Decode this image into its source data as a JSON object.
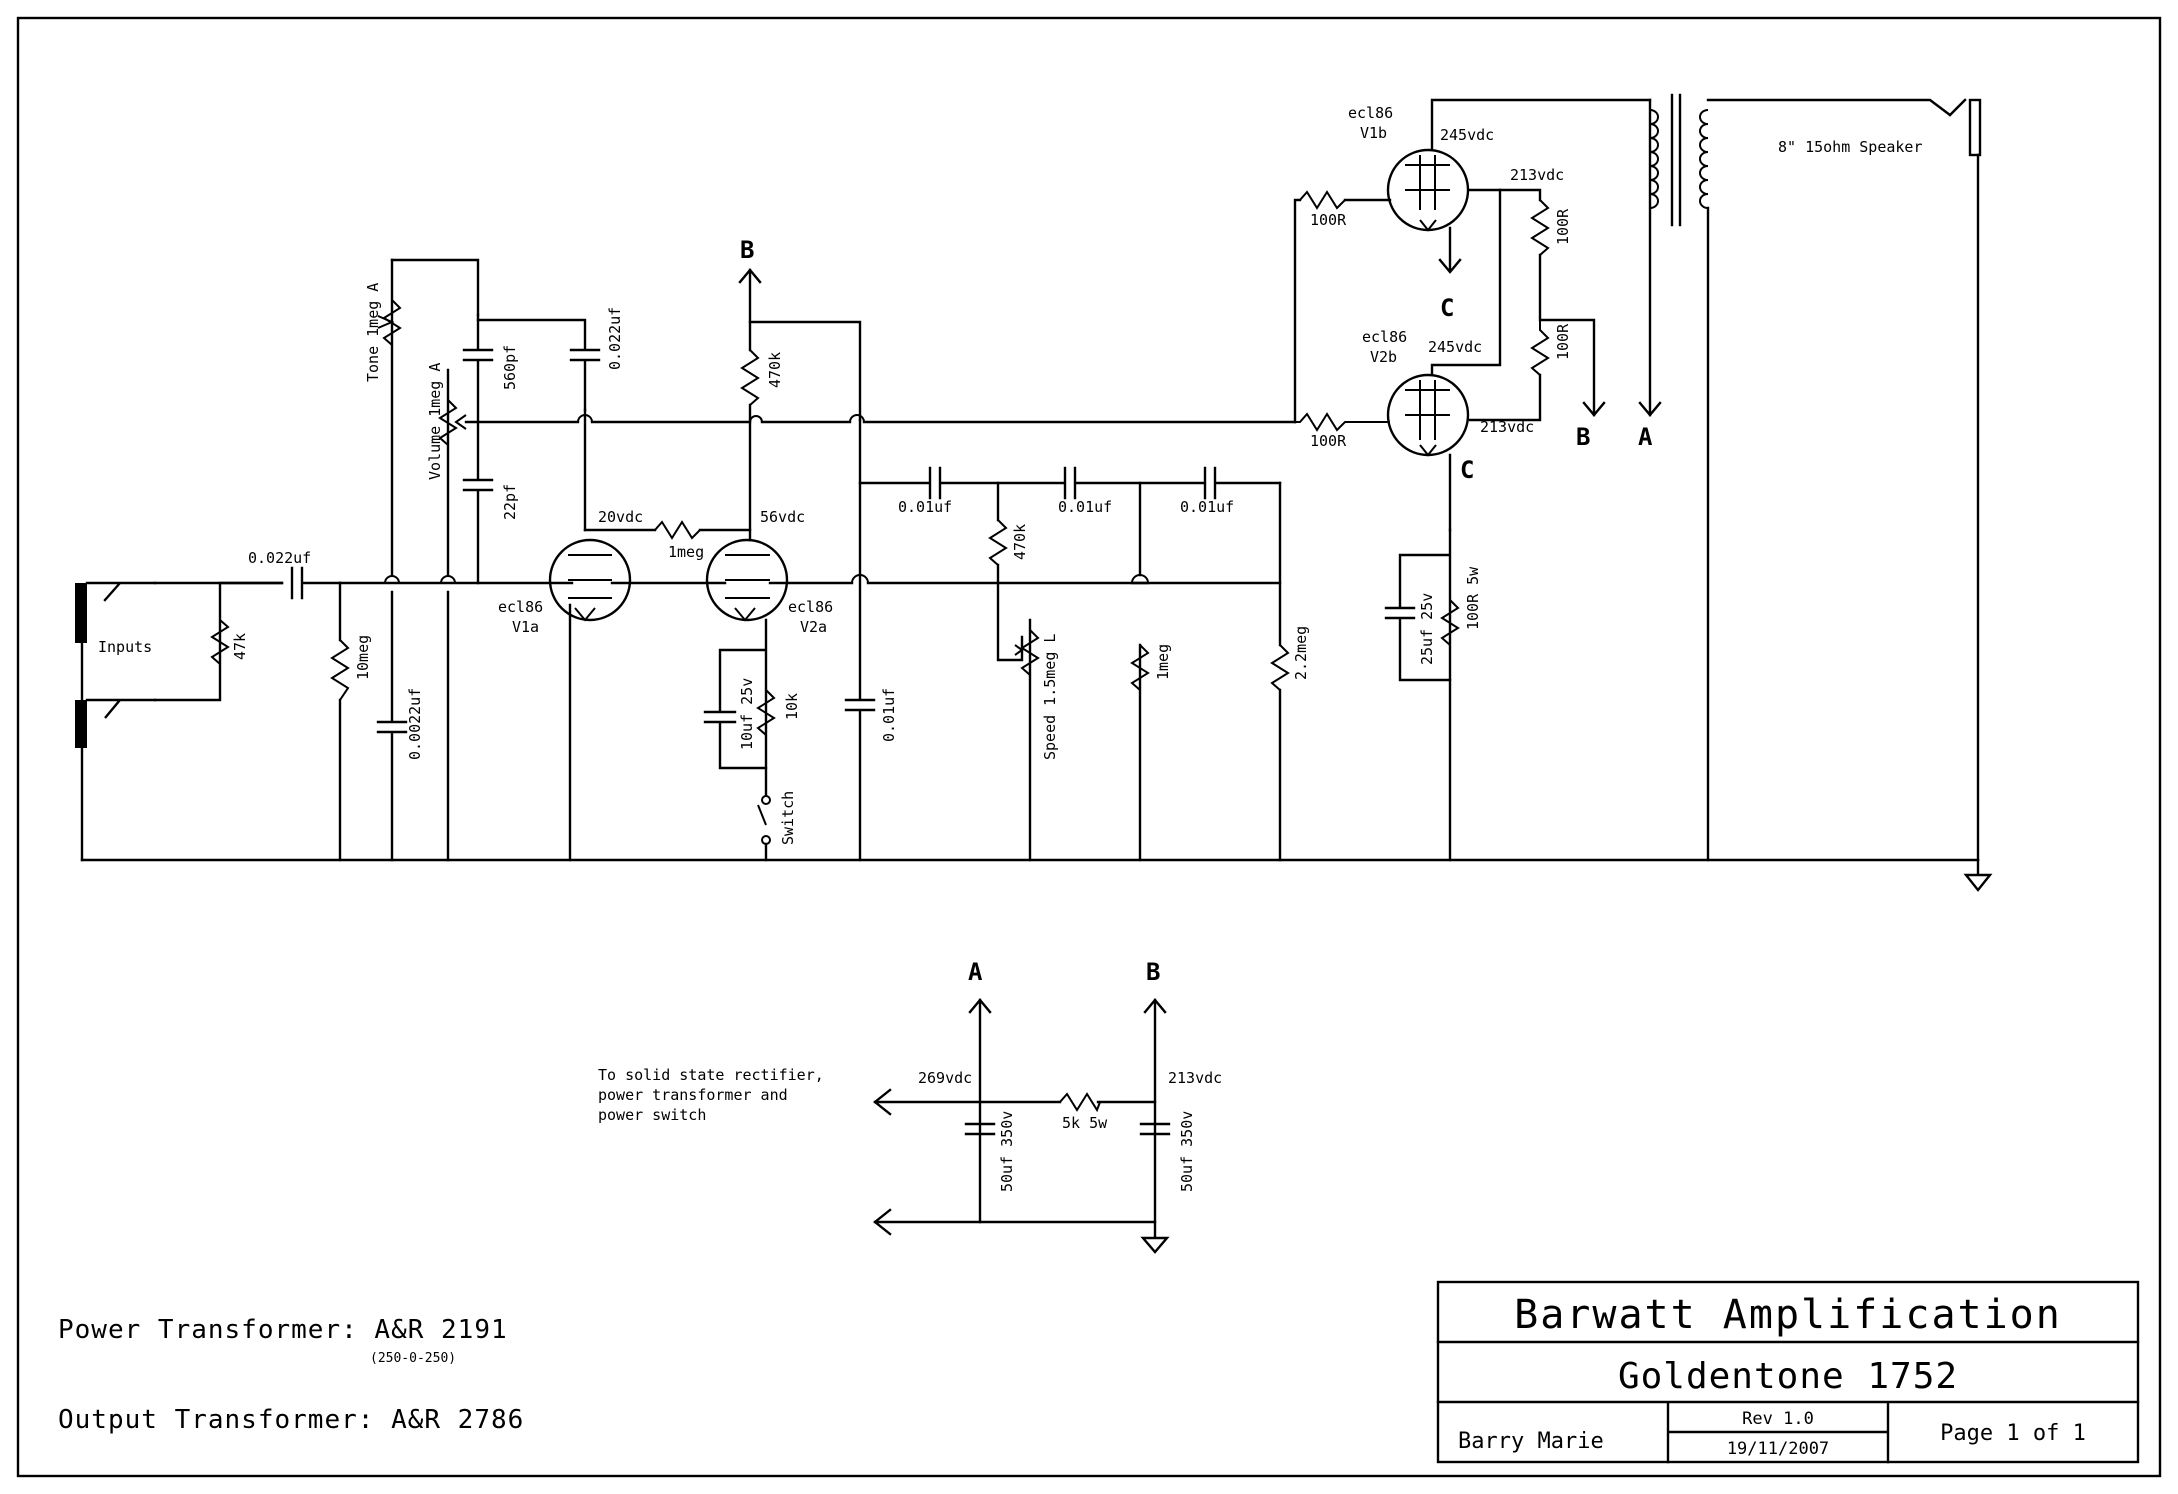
{
  "title_block": {
    "company": "Barwatt Amplification",
    "product": "Goldentone 1752",
    "author": "Barry Marie",
    "revision": "Rev 1.0",
    "date": "19/11/2007",
    "page": "Page 1 of 1"
  },
  "notes": {
    "power_transformer": "Power Transformer: A&R 2191",
    "power_transformer_sub": "(250-0-250)",
    "output_transformer": "Output Transformer: A&R 2786",
    "supply_note_1": "To solid state rectifier,",
    "supply_note_2": "power transformer and",
    "supply_note_3": "power switch"
  },
  "labels": {
    "inputs": "Inputs",
    "r47k": "47k",
    "c0022_in": "0.022uf",
    "r10meg": "10meg",
    "c00022": "0.0022uf",
    "tone": "Tone 1meg A",
    "volume": "Volume 1meg A",
    "c560": "560pf",
    "c22": "22pf",
    "c0022_top": "0.022uf",
    "v20": "20vdc",
    "r1meg_a": "1meg",
    "v56": "56vdc",
    "tube_v1a": "ecl86",
    "tube_v1a_name": "V1a",
    "tube_v2a": "ecl86",
    "tube_v2a_name": "V2a",
    "node_b_top": "B",
    "r470k_top": "470k",
    "c10uf": "10uf 25v",
    "r10k": "10k",
    "switch": "Switch",
    "c001_a": "0.01uf",
    "c001_b": "0.01uf",
    "c001_c": "0.01uf",
    "c001_d": "0.01uf",
    "r470k_b": "470k",
    "speed": "Speed 1.5meg L",
    "r1meg_b": "1meg",
    "r22meg": "2.2meg",
    "tube_v1b": "ecl86",
    "tube_v1b_name": "V1b",
    "tube_v2b": "ecl86",
    "tube_v2b_name": "V2b",
    "v245_a": "245vdc",
    "v245_b": "245vdc",
    "v213_a": "213vdc",
    "v213_b": "213vdc",
    "r100_a": "100R",
    "r100_b": "100R",
    "r100_c": "100R",
    "r100_d": "100R",
    "node_c_a": "C",
    "node_c_b": "C",
    "node_b_mid": "B",
    "node_a_mid": "A",
    "c25uf": "25uf 25v",
    "r100r5w": "100R 5w",
    "speaker": "8\" 15ohm Speaker",
    "ps_a": "A",
    "ps_b": "B",
    "v269": "269vdc",
    "v213_ps": "213vdc",
    "r5k": "5k 5w",
    "c50_a": "50uf 350v",
    "c50_b": "50uf 350v"
  }
}
